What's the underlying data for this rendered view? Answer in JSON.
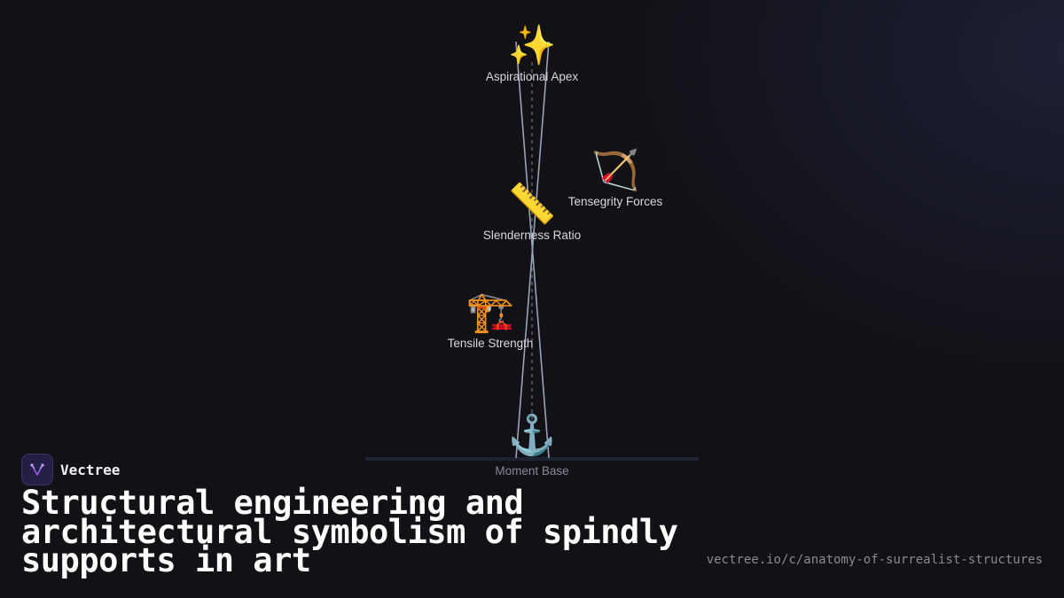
{
  "diagram": {
    "nodes": {
      "apex": {
        "icon": "✨",
        "icon_name": "sparkles-icon",
        "label": "Aspirational Apex"
      },
      "tensegrity": {
        "icon": "🏹",
        "icon_name": "bow-and-arrow-icon",
        "label": "Tensegrity Forces"
      },
      "slenderness": {
        "icon": "📏",
        "icon_name": "ruler-icon",
        "label": "Slenderness Ratio"
      },
      "tensile": {
        "icon": "🏗️",
        "icon_name": "crane-icon",
        "label": "Tensile Strength"
      },
      "base": {
        "icon": "⚓",
        "icon_name": "anchor-icon",
        "label": "Moment Base"
      }
    },
    "colors": {
      "strut": "#9aa3b5",
      "axis": "#6c6c78",
      "ground": "#1e2433"
    }
  },
  "brand": {
    "name": "Vectree",
    "logo_icon": "vectree-logo-icon",
    "logo_color": "#9b5de5"
  },
  "footer": {
    "title": "Structural engineering and architectural symbolism of spindly supports in art",
    "url": "vectree.io/c/anatomy-of-surrealist-structures"
  }
}
